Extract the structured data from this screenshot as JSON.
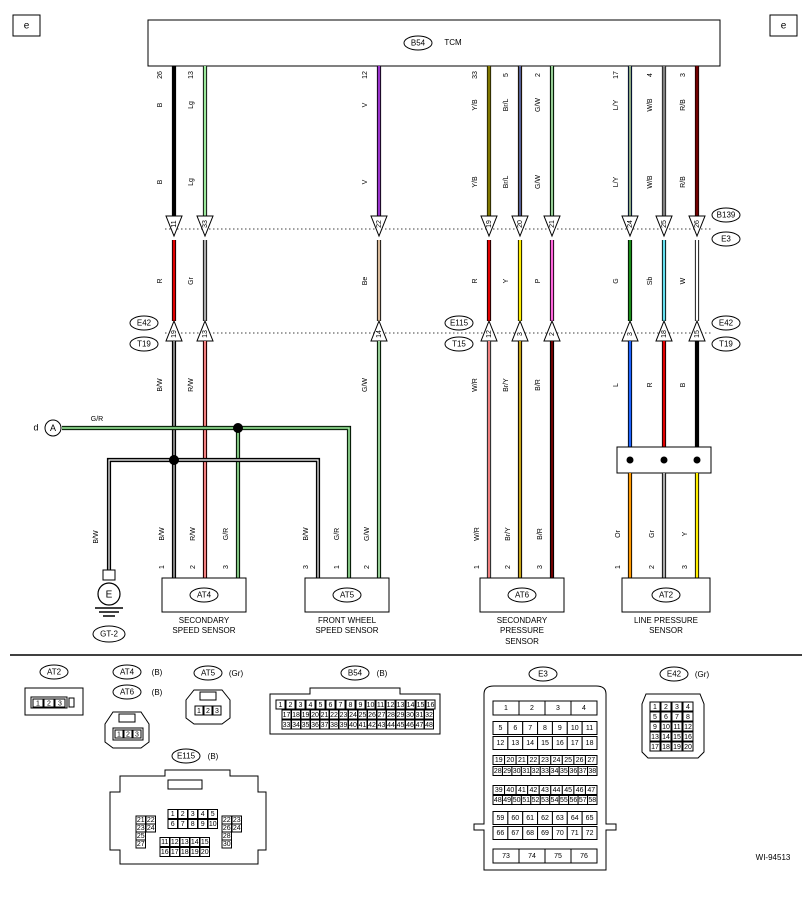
{
  "corner_marks": [
    "e",
    "e"
  ],
  "tcm": {
    "tag": "B54",
    "label": "TCM"
  },
  "connectors": {
    "b139": "B139",
    "e3": "E3",
    "e42_left": "E42",
    "t19_left": "T19",
    "e115": "E115",
    "t15": "T15",
    "e42_right": "E42",
    "t19_right": "T19"
  },
  "wires": [
    {
      "pin": "26",
      "top": "B",
      "mid": "B",
      "j1": "11",
      "c2": "R",
      "j2": "19",
      "c3": "B/W"
    },
    {
      "pin": "13",
      "top": "Lg",
      "mid": "Lg",
      "j1": "33",
      "c2": "Gr",
      "j2": "13",
      "c3": "R/W"
    },
    {
      "pin": "12",
      "top": "V",
      "mid": "V",
      "j1": "22",
      "c2": "Be",
      "j2": "14",
      "c3": "G/W"
    },
    {
      "pin": "33",
      "top": "Y/B",
      "mid": "Y/B",
      "j1": "19",
      "c2": "R",
      "j2": "12",
      "c3": "W/R"
    },
    {
      "pin": "5",
      "top": "Br/L",
      "mid": "Br/L",
      "j1": "20",
      "c2": "Y",
      "j2": "3",
      "c3": "Br/Y"
    },
    {
      "pin": "2",
      "top": "G/W",
      "mid": "G/W",
      "j1": "21",
      "c2": "P",
      "j2": "2",
      "c3": "B/R"
    },
    {
      "pin": "17",
      "top": "L/Y",
      "mid": "L/Y",
      "j1": "24",
      "c2": "G",
      "j2": "3",
      "c3": "L"
    },
    {
      "pin": "4",
      "top": "W/B",
      "mid": "W/B",
      "j1": "25",
      "c2": "Sb",
      "j2": "18",
      "c3": "R"
    },
    {
      "pin": "3",
      "top": "R/B",
      "mid": "R/B",
      "j1": "26",
      "c2": "W",
      "j2": "15",
      "c3": "B"
    }
  ],
  "ground_signal": {
    "prefix": "d",
    "letter": "A",
    "wire": "G/R"
  },
  "ground_wire": "B/W",
  "ground": {
    "letter": "E",
    "tag": "GT-2"
  },
  "sensors": [
    {
      "tag": "AT4",
      "line1": "SECONDARY",
      "line2": "SPEED SENSOR",
      "line3": "",
      "pins": [
        "1",
        "2",
        "3"
      ],
      "wires": [
        "B/W",
        "R/W",
        "G/R"
      ]
    },
    {
      "tag": "AT5",
      "line1": "FRONT WHEEL",
      "line2": "SPEED SENSOR",
      "line3": "",
      "pins": [
        "3",
        "1",
        "2"
      ],
      "wires": [
        "B/W",
        "G/R",
        "G/W"
      ]
    },
    {
      "tag": "AT6",
      "line1": "SECONDARY",
      "line2": "PRESSURE",
      "line3": "SENSOR",
      "pins": [
        "1",
        "2",
        "3"
      ],
      "wires": [
        "W/R",
        "Br/Y",
        "B/R"
      ]
    },
    {
      "tag": "AT2",
      "line1": "LINE PRESSURE",
      "line2": "SENSOR",
      "line3": "",
      "pins": [
        "1",
        "2",
        "3"
      ],
      "wires": [
        "Or",
        "Gr",
        "Y"
      ]
    }
  ],
  "legend": {
    "at2": {
      "tag": "AT2",
      "pins": [
        "1",
        "2",
        "3"
      ]
    },
    "at4": {
      "tag": "AT4",
      "color": "(B)"
    },
    "at6": {
      "tag": "AT6",
      "color": "(B)",
      "pins": [
        "1",
        "2",
        "3"
      ]
    },
    "at5": {
      "tag": "AT5",
      "color": "(Gr)",
      "pins": [
        "1",
        "2",
        "3"
      ]
    },
    "b54": {
      "tag": "B54",
      "color": "(B)",
      "row1": [
        "1",
        "2",
        "3",
        "4",
        "5",
        "6",
        "7",
        "8",
        "9",
        "10",
        "11",
        "12",
        "13",
        "14",
        "15",
        "16"
      ],
      "row2": [
        "17",
        "18",
        "19",
        "20",
        "21",
        "22",
        "23",
        "24",
        "25",
        "26",
        "27",
        "28",
        "29",
        "30",
        "31",
        "32"
      ],
      "row3": [
        "33",
        "34",
        "35",
        "36",
        "37",
        "38",
        "39",
        "40",
        "41",
        "42",
        "43",
        "44",
        "45",
        "46",
        "47",
        "48"
      ]
    },
    "e3": {
      "tag": "E3",
      "rows": [
        [
          "1",
          "2",
          "3",
          "4"
        ],
        [
          "5",
          "6",
          "7",
          "8",
          "9",
          "10",
          "11"
        ],
        [
          "12",
          "13",
          "14",
          "15",
          "16",
          "17",
          "18"
        ],
        [
          "19",
          "20",
          "21",
          "22",
          "23",
          "24",
          "25",
          "26",
          "27"
        ],
        [
          "28",
          "29",
          "30",
          "31",
          "32",
          "33",
          "34",
          "35",
          "36",
          "37",
          "38"
        ],
        [
          "39",
          "40",
          "41",
          "42",
          "43",
          "44",
          "45",
          "46",
          "47"
        ],
        [
          "48",
          "49",
          "50",
          "51",
          "52",
          "53",
          "54",
          "55",
          "56",
          "57",
          "58"
        ],
        [
          "59",
          "60",
          "61",
          "62",
          "63",
          "64",
          "65"
        ],
        [
          "66",
          "67",
          "68",
          "69",
          "70",
          "71",
          "72"
        ],
        [
          "73",
          "74",
          "75",
          "76"
        ]
      ]
    },
    "e42": {
      "tag": "E42",
      "color": "(Gr)",
      "rows": [
        [
          "1",
          "2",
          "3",
          "4"
        ],
        [
          "5",
          "6",
          "7",
          "8"
        ],
        [
          "9",
          "10",
          "11",
          "12"
        ],
        [
          "13",
          "14",
          "15",
          "16"
        ],
        [
          "17",
          "18",
          "19",
          "20"
        ]
      ]
    },
    "e115": {
      "tag": "E115",
      "color": "(B)",
      "center": [
        [
          "1",
          "2",
          "3",
          "4",
          "5"
        ],
        [
          "6",
          "7",
          "8",
          "9",
          "10"
        ],
        [
          "11",
          "12",
          "13",
          "14",
          "15"
        ],
        [
          "16",
          "17",
          "18",
          "19",
          "20"
        ]
      ],
      "left": [
        [
          "21",
          "22"
        ],
        [
          "23",
          "24"
        ],
        [
          "25"
        ],
        [
          "27"
        ]
      ],
      "right": [
        [
          "22",
          "23"
        ],
        [
          "26",
          "24"
        ],
        [
          "28"
        ],
        [
          "30"
        ]
      ]
    }
  },
  "figure_id": "WI-94513"
}
